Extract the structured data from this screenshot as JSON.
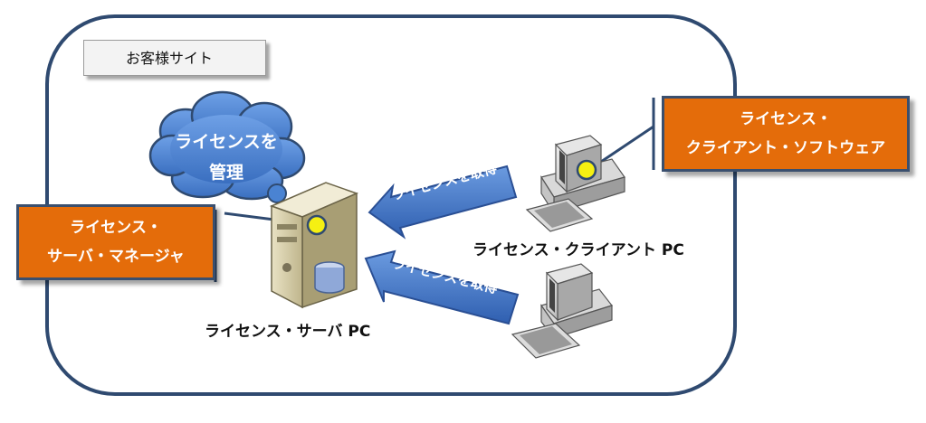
{
  "site_label": "お客様サイト",
  "cloud": {
    "line1": "ライセンスを",
    "line2": "管理"
  },
  "manager_box": {
    "line1": "ライセンス・",
    "line2": "サーバ・マネージャ"
  },
  "client_software_box": {
    "line1": "ライセンス・",
    "line2": "クライアント・ソフトウェア"
  },
  "arrows": [
    {
      "label": "ライセンスを取得"
    },
    {
      "label": "ライセンスを取得"
    }
  ],
  "server_label": "ライセンス・サーバ PC",
  "client_label": "ライセンス・クライアント PC",
  "colors": {
    "border": "#2f4a70",
    "orange": "#e46c0a",
    "arrow_blue": "#4a7fd0",
    "cloud_blue": "#4a83d2",
    "highlight_yellow": "#f5f012"
  }
}
